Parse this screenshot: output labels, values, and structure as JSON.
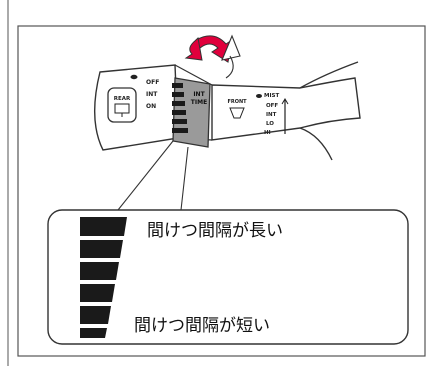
{
  "lever": {
    "rear_button": {
      "line1": "REAR"
    },
    "rear_mode_labels": [
      "OFF",
      "INT",
      "ON"
    ],
    "int_time_label": [
      "INT",
      "TIME"
    ],
    "front_label": "FRONT",
    "front_mode_labels": [
      "MIST",
      "OFF",
      "INT",
      "LO",
      "HI"
    ]
  },
  "callout": {
    "long_interval": "間けつ間隔が長い",
    "short_interval": "間けつ間隔が短い"
  },
  "colors": {
    "line": "#333333",
    "accent_arrow": "#e0003c",
    "dial_gray": "#9a9a9a",
    "bars": "#1a1a1a"
  }
}
